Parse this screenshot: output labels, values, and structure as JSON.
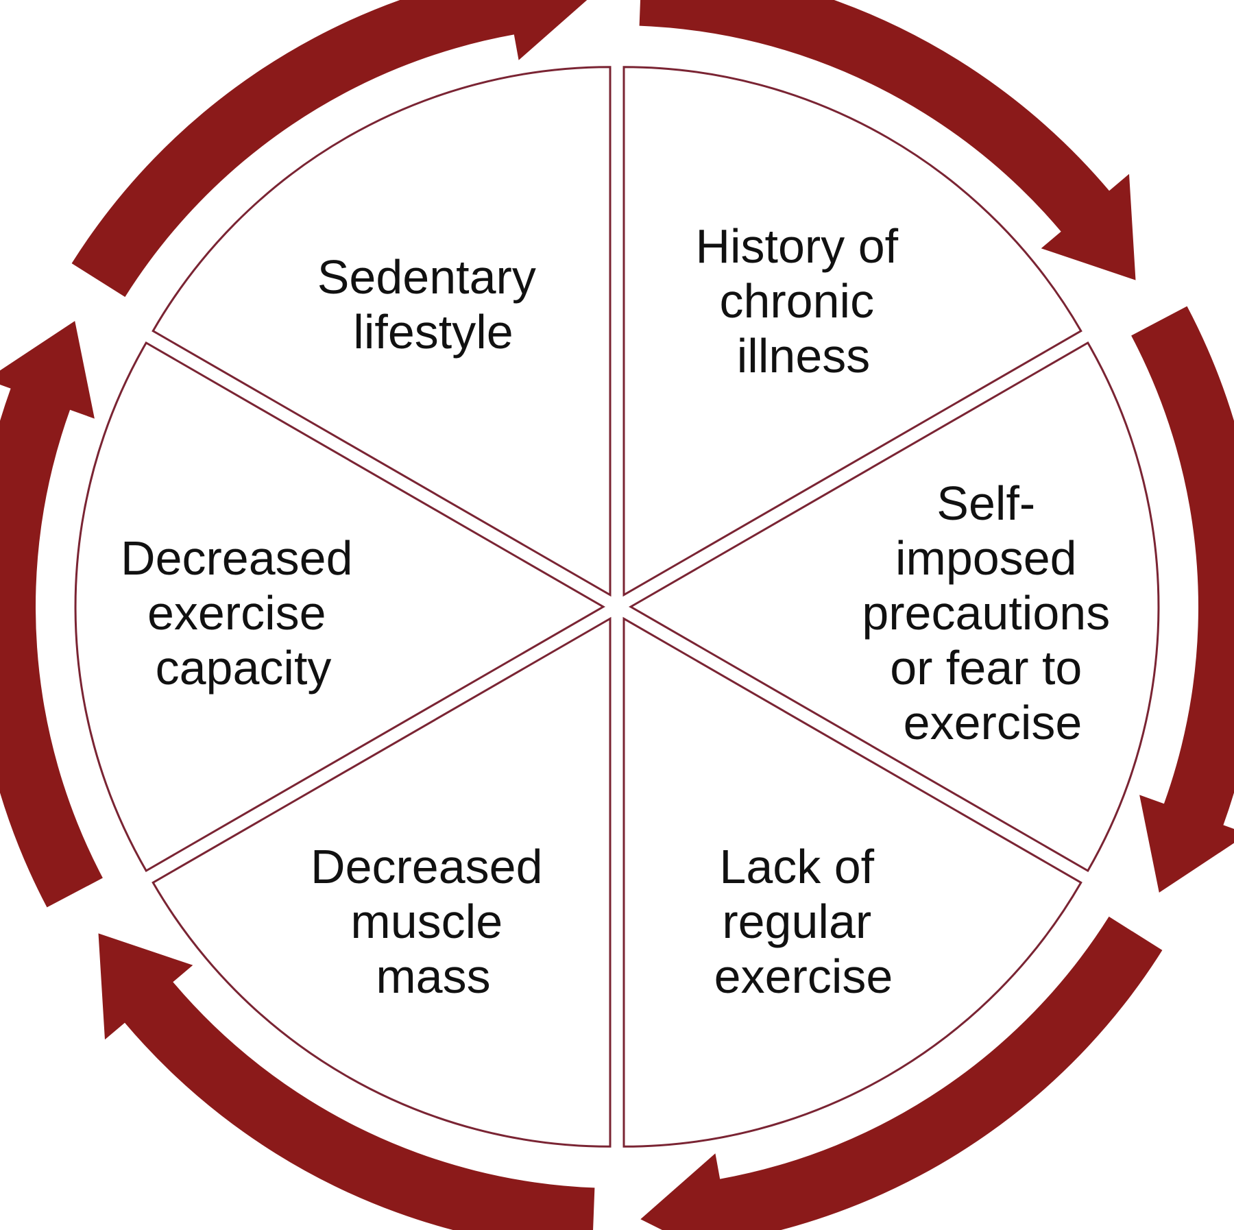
{
  "diagram": {
    "type": "cycle",
    "colors": {
      "arrow": "#8B1A1A",
      "divider": "#7A2433",
      "text": "#111111",
      "background": "#FFFFFF"
    },
    "segments": [
      {
        "lines": [
          "Sedentary",
          "lifestyle"
        ]
      },
      {
        "lines": [
          "History of",
          "chronic",
          "illness"
        ]
      },
      {
        "lines": [
          "Self-",
          "imposed",
          "precautions",
          "or fear to",
          "exercise"
        ]
      },
      {
        "lines": [
          "Lack of",
          "regular",
          "exercise"
        ]
      },
      {
        "lines": [
          "Decreased",
          "muscle",
          "mass"
        ]
      },
      {
        "lines": [
          "Decreased",
          "exercise",
          "capacity"
        ]
      }
    ]
  }
}
